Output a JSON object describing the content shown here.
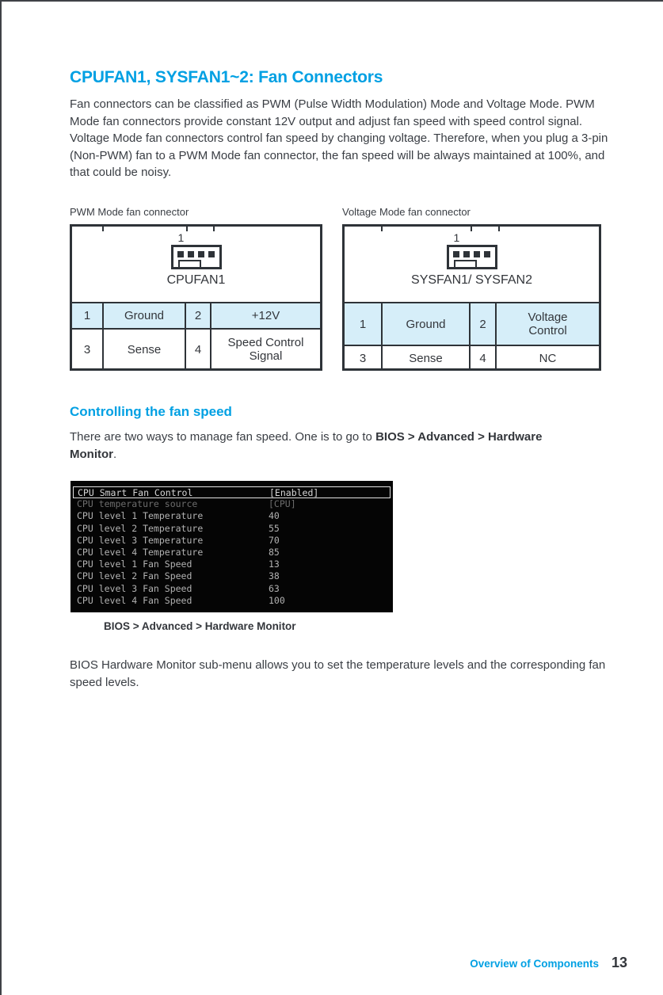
{
  "page": {
    "title": "CPUFAN1, SYSFAN1~2: Fan Connectors",
    "intro": "Fan connectors can be classified as PWM (Pulse Width Modulation) Mode and Voltage Mode. PWM Mode fan connectors provide constant 12V output and adjust fan speed with speed control signal. Voltage Mode fan connectors control fan speed by changing voltage. Therefore, when you plug a 3-pin (Non-PWM) fan to a PWM Mode fan connector, the fan speed will be always maintained at 100%, and that could be noisy.",
    "accent_color": "#00a0e3",
    "footer": {
      "section": "Overview of Components",
      "page_number": "13"
    }
  },
  "connectors": [
    {
      "label": "PWM Mode fan connector",
      "pin1_marker": "1",
      "name": "CPUFAN1",
      "pins": [
        {
          "num": "1",
          "signal": "Ground"
        },
        {
          "num": "2",
          "signal": "+12V"
        },
        {
          "num": "3",
          "signal": "Sense"
        },
        {
          "num": "4",
          "signal": "Speed Control Signal"
        }
      ]
    },
    {
      "label": "Voltage Mode fan connector",
      "pin1_marker": "1",
      "name": "SYSFAN1/ SYSFAN2",
      "pins": [
        {
          "num": "1",
          "signal": "Ground"
        },
        {
          "num": "2",
          "signal": "Voltage Control"
        },
        {
          "num": "3",
          "signal": "Sense"
        },
        {
          "num": "4",
          "signal": "NC"
        }
      ]
    }
  ],
  "fan_speed_section": {
    "heading": "Controlling the fan speed",
    "body_pre": "There are two ways to manage fan speed. One is to go to ",
    "body_bold": "BIOS > Advanced > Hardware Monitor",
    "body_post": "."
  },
  "bios_screen": {
    "caption": "BIOS > Advanced > Hardware Monitor",
    "rows": [
      {
        "label": "CPU Smart Fan Control",
        "value": "[Enabled]",
        "state": "highlighted"
      },
      {
        "label": "CPU temperature source",
        "value": "[CPU]",
        "state": "dimmed"
      },
      {
        "label": "CPU level 1 Temperature",
        "value": "40",
        "state": "normal"
      },
      {
        "label": "CPU level 2 Temperature",
        "value": "55",
        "state": "normal"
      },
      {
        "label": "CPU level 3 Temperature",
        "value": "70",
        "state": "normal"
      },
      {
        "label": "CPU level 4 Temperature",
        "value": "85",
        "state": "normal"
      },
      {
        "label": "CPU level 1 Fan Speed",
        "value": "13",
        "state": "normal"
      },
      {
        "label": "CPU level 2 Fan Speed",
        "value": "38",
        "state": "normal"
      },
      {
        "label": "CPU level 3 Fan Speed",
        "value": "63",
        "state": "normal"
      },
      {
        "label": "CPU level 4 Fan Speed",
        "value": "100",
        "state": "normal"
      }
    ]
  },
  "closing_text": "BIOS Hardware Monitor sub-menu allows you to set the temperature levels and the corresponding fan speed levels."
}
